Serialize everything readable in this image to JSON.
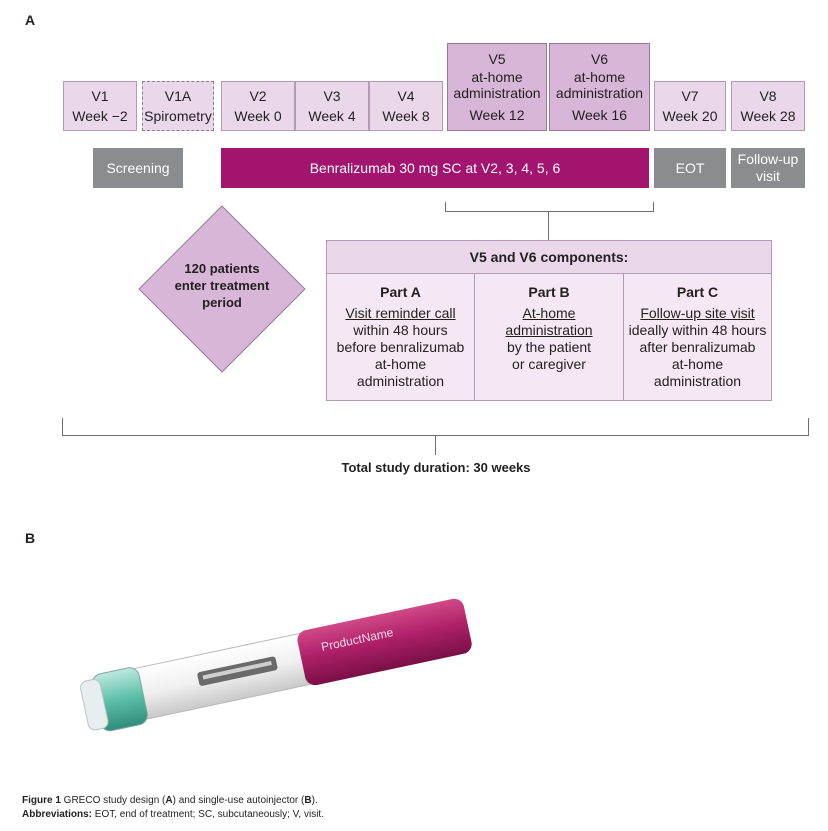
{
  "panel_a_label": "A",
  "panel_b_label": "B",
  "visits": [
    {
      "v": "V1",
      "w": "Week −2"
    },
    {
      "v": "V1A",
      "w": "Spirometry"
    },
    {
      "v": "V2",
      "w": "Week 0"
    },
    {
      "v": "V3",
      "w": "Week 4"
    },
    {
      "v": "V4",
      "w": "Week 8"
    },
    {
      "v": "V5",
      "sub1": "at-home",
      "sub2": "administration",
      "w": "Week 12"
    },
    {
      "v": "V6",
      "sub1": "at-home",
      "sub2": "administration",
      "w": "Week 16"
    },
    {
      "v": "V7",
      "w": "Week 20"
    },
    {
      "v": "V8",
      "w": "Week 28"
    }
  ],
  "bars": {
    "screening": "Screening",
    "treatment": "Benralizumab 30 mg SC at V2, 3, 4, 5, 6",
    "eot": "EOT",
    "followup_l1": "Follow-up",
    "followup_l2": "visit"
  },
  "diamond": {
    "l1": "120 patients",
    "l2": "enter treatment",
    "l3": "period"
  },
  "components": {
    "header": "V5 and V6 components:",
    "parts": [
      {
        "title": "Part A",
        "u": "Visit reminder call",
        "rest": [
          "within 48 hours",
          "before benralizumab",
          "at-home",
          "administration"
        ]
      },
      {
        "title": "Part B",
        "u": "At-home",
        "u2": "administration",
        "rest": [
          "by the patient",
          "or caregiver"
        ]
      },
      {
        "title": "Part C",
        "u": "Follow-up site visit",
        "rest": [
          "ideally within 48 hours",
          "after benralizumab",
          "at-home",
          "administration"
        ]
      }
    ]
  },
  "total_duration": "Total study duration: 30 weeks",
  "device": {
    "product_name": "ProductName"
  },
  "caption": {
    "fig_label": "Figure 1",
    "fig_text_1": " GRECO study design (",
    "fig_a": "A",
    "fig_text_2": ") and single-use autoinjector (",
    "fig_b": "B",
    "fig_text_3": ").",
    "abbr_label": "Abbreviations:",
    "abbr_text": " EOT, end of treatment; SC, subcutaneously; V, visit."
  },
  "colors": {
    "lilac": "#ead8ea",
    "lilac_dark": "#d8b6d8",
    "magenta": "#a3146f",
    "gray": "#8a8c8e",
    "teal": "#4fb8a4"
  }
}
